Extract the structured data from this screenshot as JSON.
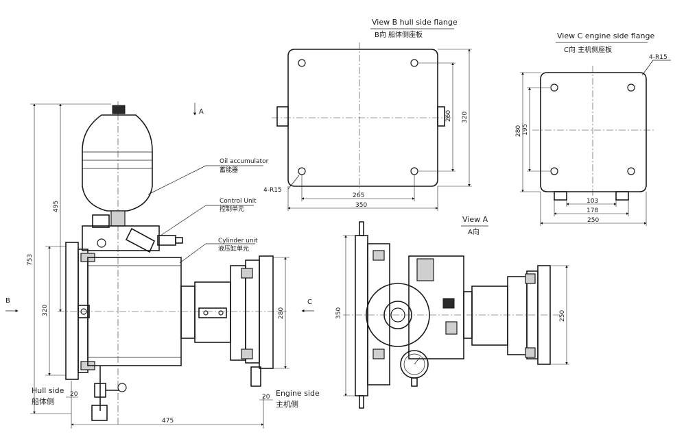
{
  "view_b": {
    "title_en": "View B hull side flange",
    "title_cn": "B向 船体侧座板",
    "dim_width_outer": "350",
    "dim_width_inner": "265",
    "dim_height_outer": "320",
    "dim_height_inner": "260",
    "radius": "4-R15"
  },
  "view_c": {
    "title_en": "View C engine side flange",
    "title_cn": "C向 主机侧座板",
    "dim_width_outer": "250",
    "dim_width_mid": "178",
    "dim_width_inner": "103",
    "dim_height_outer": "280",
    "dim_height_inner": "195",
    "radius": "4-R15"
  },
  "view_a": {
    "title_en": "View A",
    "title_cn": "A向",
    "dim_height_left": "350",
    "dim_height_right": "250"
  },
  "main_view": {
    "label_a": "A",
    "label_b": "B",
    "label_c": "C",
    "oil_accumulator_en": "Oil accumulator",
    "oil_accumulator_cn": "蓄能器",
    "control_unit_en": "Control Unit",
    "control_unit_cn": "控制单元",
    "cylinder_unit_en": "Cylinder unit",
    "cylinder_unit_cn": "液压缸单元",
    "hull_side_en": "Hull side",
    "hull_side_cn": "船体侧",
    "engine_side_en": "Engine side",
    "engine_side_cn": "主机侧",
    "dim_total_height": "753",
    "dim_upper_height": "495",
    "dim_flange_height": "320",
    "dim_engine_flange": "280",
    "dim_hull_gap": "20",
    "dim_engine_gap": "20",
    "dim_total_length": "475"
  }
}
